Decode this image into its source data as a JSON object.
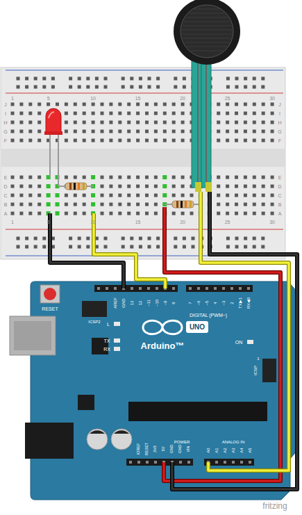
{
  "diagram": {
    "labels": [
      "1",
      "5",
      "10",
      "15",
      "20",
      "25",
      "30",
      "1",
      "5",
      "10",
      "15",
      "20",
      "25",
      "30",
      "J",
      "I",
      "H",
      "G",
      "F",
      "E",
      "D",
      "C",
      "B",
      "A",
      "J",
      "I",
      "H",
      "G",
      "F",
      "E",
      "D",
      "C",
      "B",
      "A",
      "RESET",
      "ICSP2",
      "AREF",
      "GND",
      "13",
      "12",
      "~11",
      "~10",
      "~9",
      "8",
      "7",
      "~6",
      "~5",
      "4",
      "~3",
      "2",
      "TX▶1",
      "RX◀0",
      "DIGITAL (PWM~)",
      "L",
      "TX",
      "RX",
      "ON",
      "UNO",
      "Arduino™",
      "ICSP",
      "1",
      "IOREF",
      "RESET",
      "3V3",
      "5V",
      "GND",
      "GND",
      "VIN",
      "POWER",
      "ANALOG IN",
      "A0",
      "A1",
      "A2",
      "A3",
      "A4",
      "A5",
      "fritzing"
    ]
  }
}
